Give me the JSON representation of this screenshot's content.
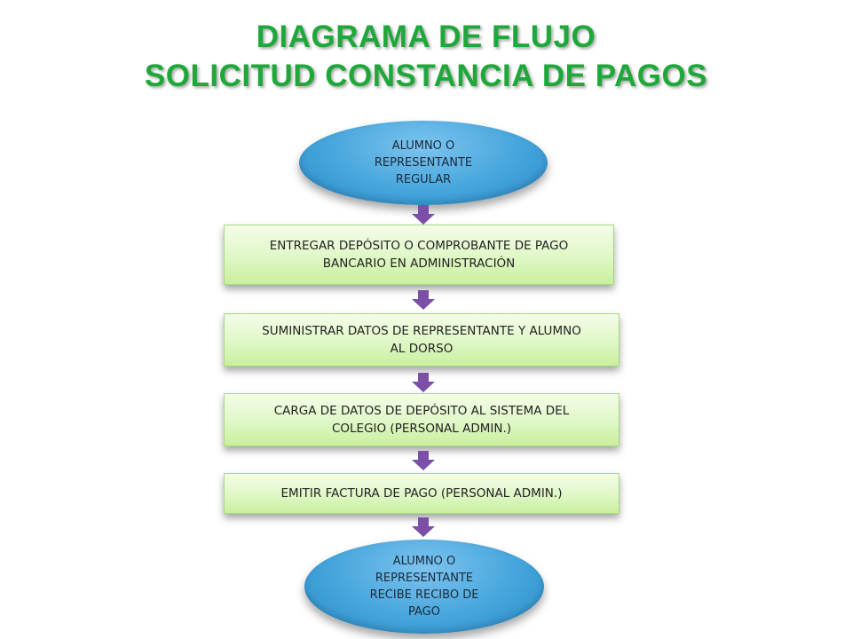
{
  "title": {
    "line1": "DIAGRAMA DE FLUJO",
    "line2": "SOLICITUD  CONSTANCIA DE PAGOS"
  },
  "colors": {
    "title": "#1fa83a",
    "ellipse": "#45a5dc",
    "box": "#dff7c5",
    "arrow": "#7b4ea8"
  },
  "flow": {
    "start": "ALUMNO O\nREPRESENTANTE\nREGULAR",
    "step1": "ENTREGAR DEPÓSITO O COMPROBANTE DE PAGO\nBANCARIO EN ADMINISTRACIÓN",
    "step2": "SUMINISTRAR DATOS DE REPRESENTANTE Y ALUMNO\nAL DORSO",
    "step3": "CARGA DE DATOS DE DEPÓSITO AL SISTEMA DEL\nCOLEGIO (PERSONAL ADMIN.)",
    "step4": "EMITIR FACTURA DE PAGO (PERSONAL ADMIN.)",
    "end": "ALUMNO O\nREPRESENTANTE\nRECIBE RECIBO DE\nPAGO"
  }
}
